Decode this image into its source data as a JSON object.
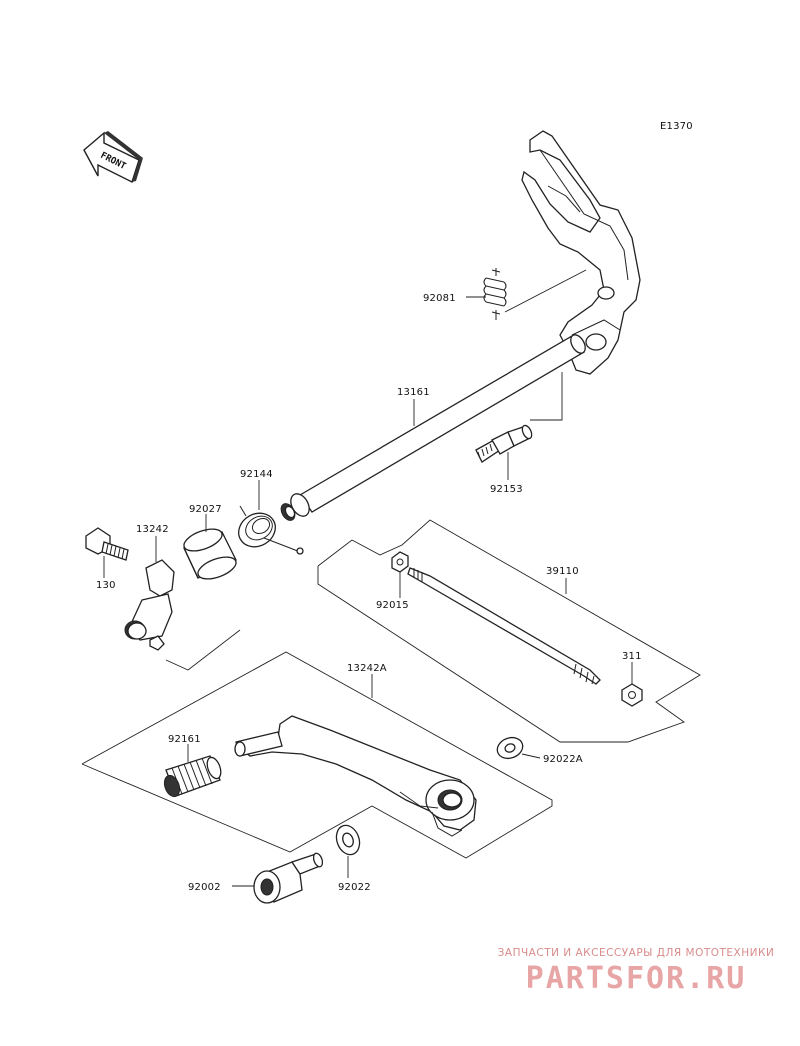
{
  "diagram_code": "E1370",
  "front_arrow_text": "FRONT",
  "parts": {
    "p92081": "92081",
    "p13161": "13161",
    "p92153": "92153",
    "p92144": "92144",
    "p92027": "92027",
    "p13242": "13242",
    "p130": "130",
    "p92015": "92015",
    "p39110": "39110",
    "p311": "311",
    "p13242A": "13242A",
    "p92161": "92161",
    "p92022A": "92022A",
    "p92002": "92002",
    "p92022": "92022"
  },
  "watermark": {
    "tagline": "ЗАПЧАСТИ И АКСЕССУАРЫ ДЛЯ МОТОТЕХНИКИ",
    "logo": "PARTSFOR.RU"
  }
}
